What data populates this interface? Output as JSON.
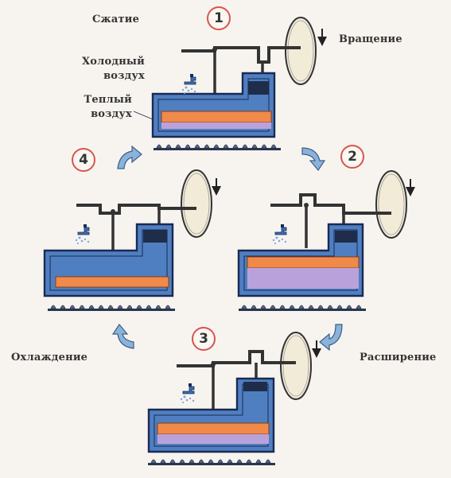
{
  "labels": {
    "compression": "Сжатие",
    "rotation": "Вращение",
    "cold_air_line1": "Холодный",
    "cold_air_line2": "воздух",
    "warm_air_line1": "Теплый",
    "warm_air_line2": "воздух",
    "expansion": "Расширение",
    "cooling": "Охлаждение"
  },
  "steps": [
    "1",
    "2",
    "3",
    "4"
  ],
  "colors": {
    "housing_blue": "#4f7fc0",
    "housing_outline": "#1a2a55",
    "heater_orange": "#f08a4b",
    "warm_air_violet": "#b9a2dc",
    "number_circle": "#d9534f",
    "cycle_arrow": "#8ab2da",
    "burner_gray": "#5a6a84",
    "wheel_fill": "#f1ebd8"
  },
  "icons": [
    "faucet-icon",
    "burner-icon",
    "flywheel-icon",
    "cycle-arrow-icon"
  ]
}
